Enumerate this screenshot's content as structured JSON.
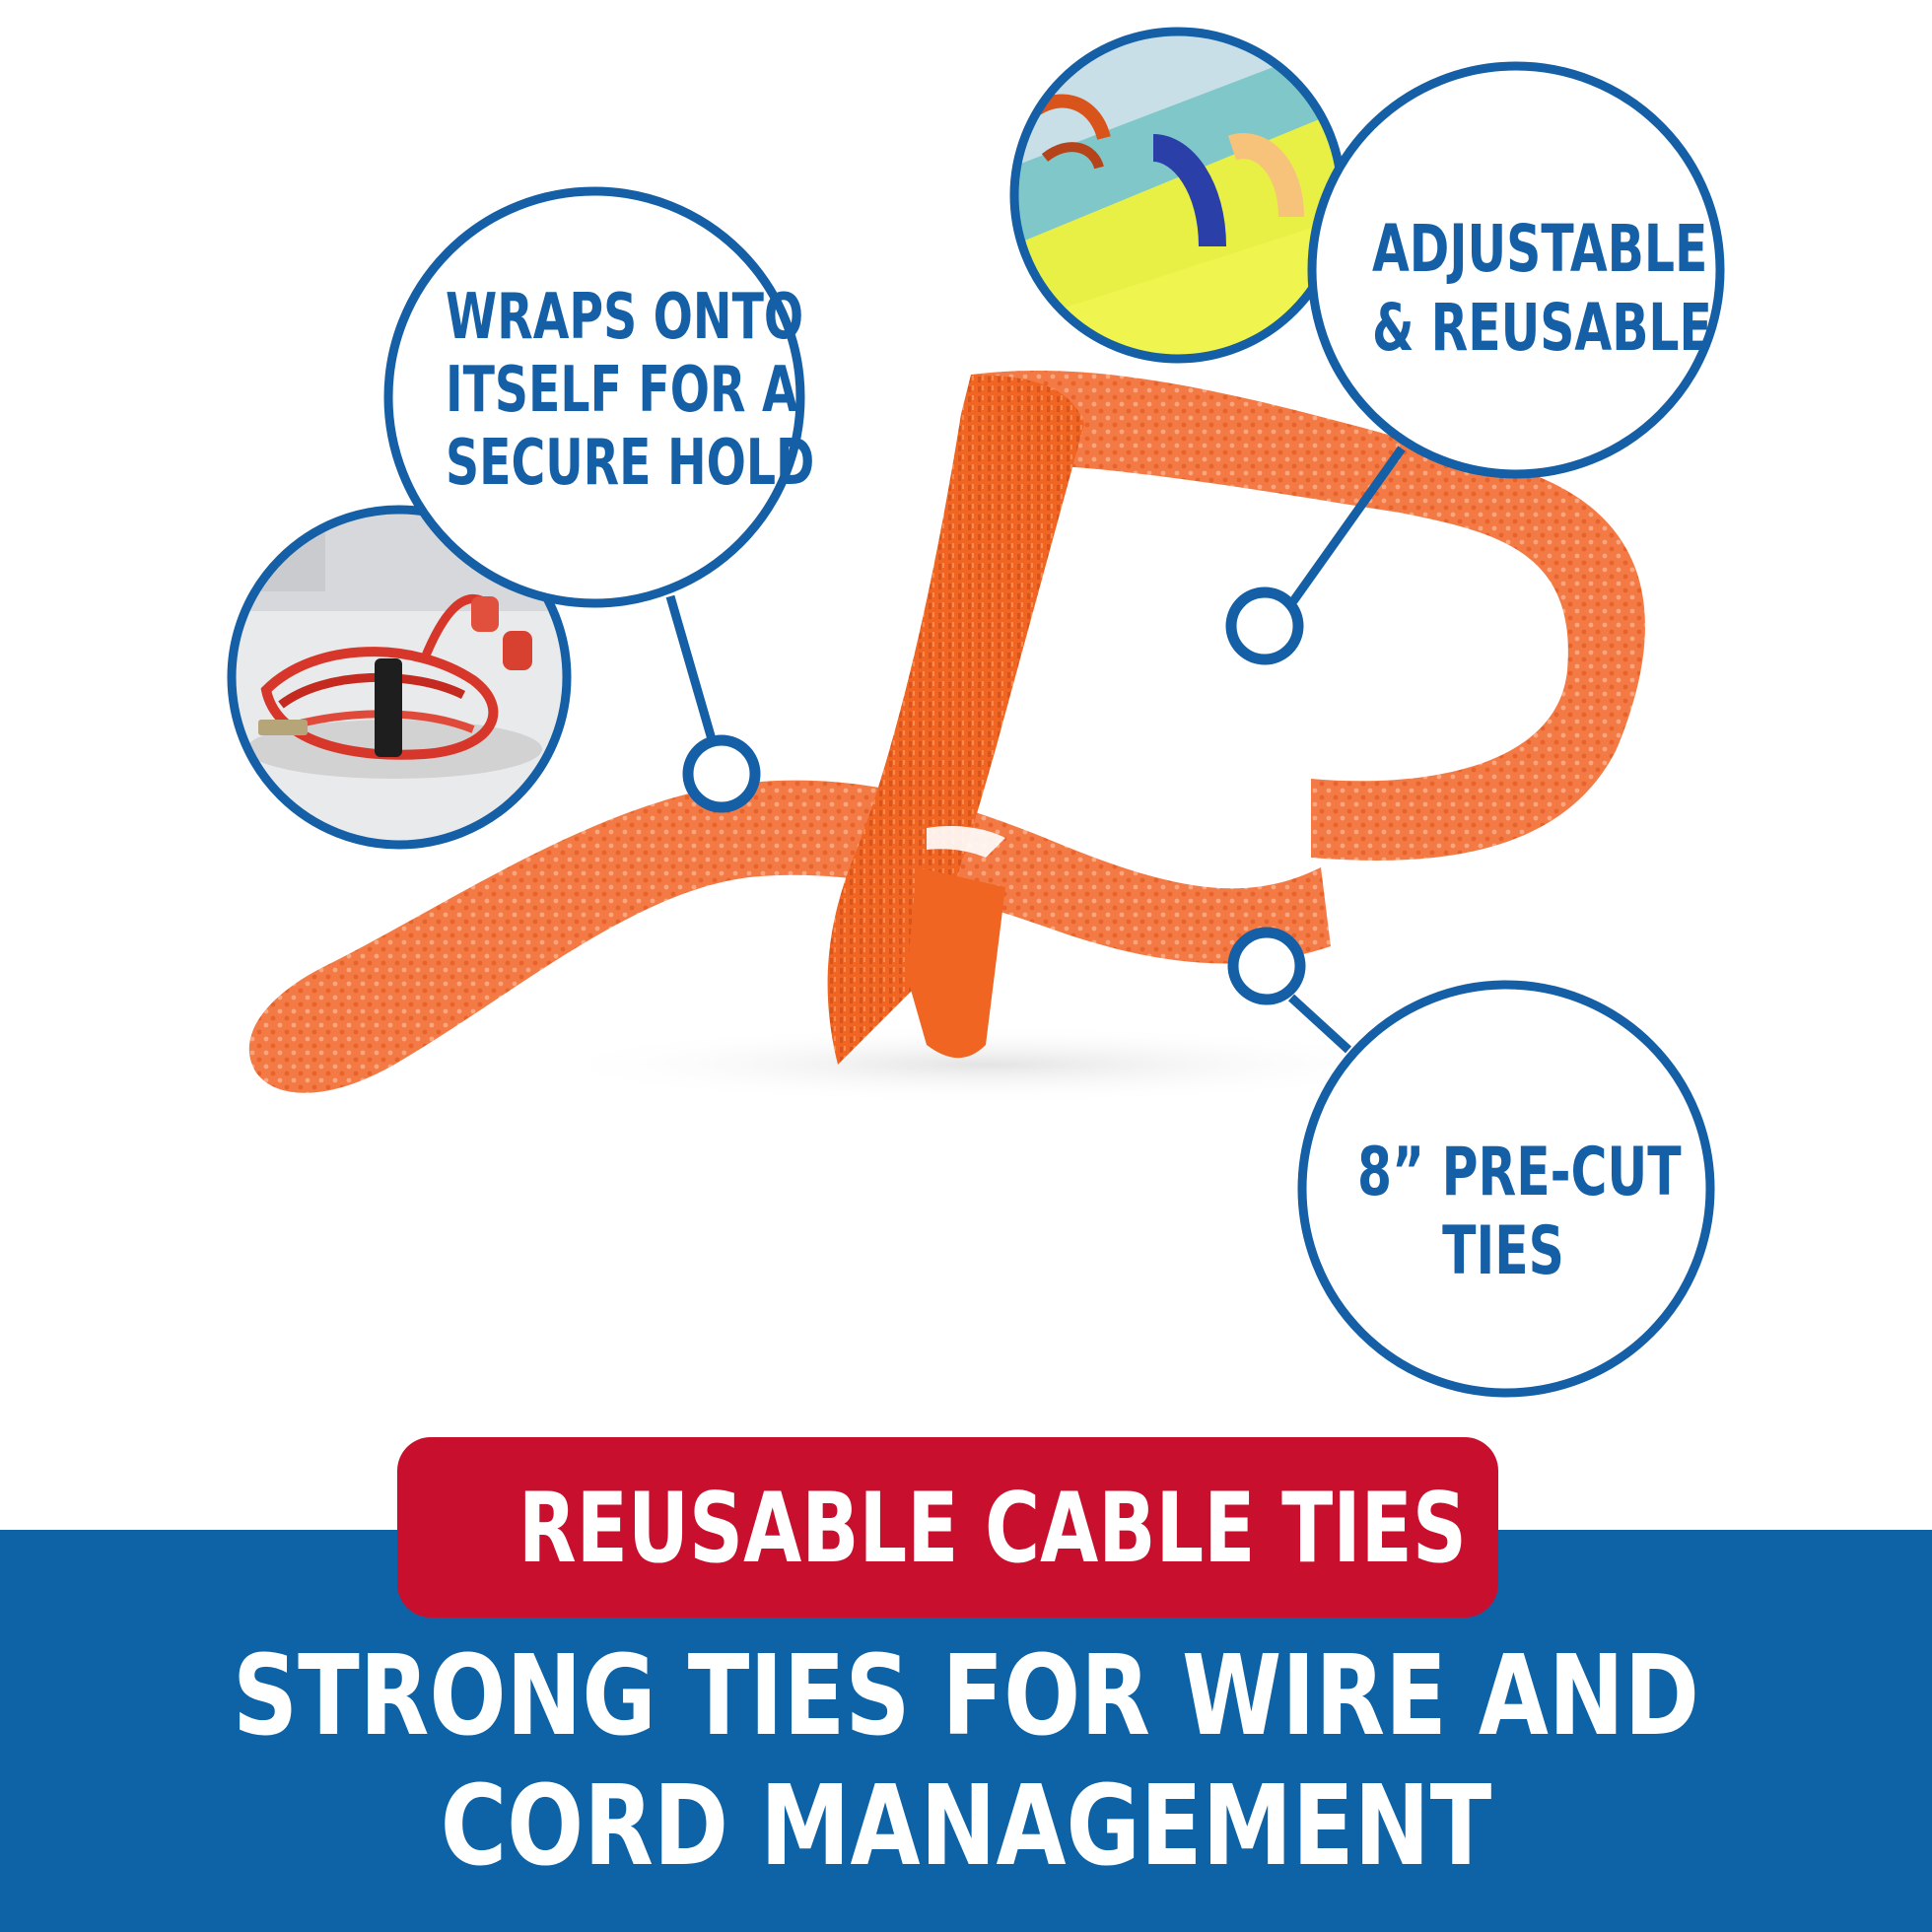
{
  "callouts": {
    "wraps": {
      "line1": "WRAPS ONTO",
      "line2": "ITSELF FOR A",
      "line3": "SECURE HOLD"
    },
    "adjustable": {
      "line1": "ADJUSTABLE",
      "line2": "& REUSABLE"
    },
    "precut": {
      "line1": "8” PRE-CUT",
      "line2": "TIES"
    }
  },
  "badge": {
    "label": "REUSABLE CABLE TIES"
  },
  "headline": {
    "line1": "STRONG TIES FOR WIRE AND",
    "line2": "CORD MANAGEMENT"
  },
  "colors": {
    "accent_blue": "#0e63a6",
    "callout_blue": "#145fa5",
    "badge_red": "#c8102e",
    "tie_orange": "#f26a2e"
  }
}
